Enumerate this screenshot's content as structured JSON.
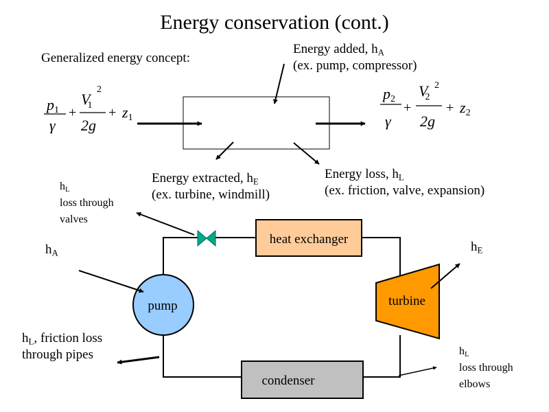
{
  "title": "Energy conservation (cont.)",
  "concept_label": "Generalized energy concept:",
  "energy_added": {
    "line1": "Energy added, h",
    "sub": "A",
    "line2": "(ex. pump, compressor)"
  },
  "energy_extracted": {
    "line1": "Energy extracted, h",
    "sub": "E",
    "line2": "(ex. turbine, windmill)"
  },
  "energy_loss": {
    "line1": "Energy loss, h",
    "sub": "L",
    "line2": "(ex. friction, valve, expansion)"
  },
  "equation_left": {
    "p": "p",
    "p_sub": "1",
    "gamma": "γ",
    "V": "V",
    "V_sub": "1",
    "V_sup": "2",
    "two_g": "2g",
    "plus": "+",
    "z": "z",
    "z_sub": "1"
  },
  "equation_right": {
    "p": "p",
    "p_sub": "2",
    "gamma": "γ",
    "V": "V",
    "V_sub": "2",
    "V_sup": "2",
    "two_g": "2g",
    "plus": "+",
    "z": "z",
    "z_sub": "2"
  },
  "valve_loss": {
    "h": "h",
    "sub": "L",
    "line2": "loss through",
    "line3": "valves"
  },
  "pump_input": {
    "h": "h",
    "sub": "A"
  },
  "turbine_output": {
    "h": "h",
    "sub": "E"
  },
  "pipe_loss": {
    "h": "h",
    "sub": "L",
    "line1_rest": ", friction loss",
    "line2": "through pipes"
  },
  "elbow_loss": {
    "h": "h",
    "sub": "L",
    "line2": "loss through",
    "line3": "elbows"
  },
  "components": {
    "pump": "pump",
    "heat_exchanger": "heat exchanger",
    "turbine": "turbine",
    "condenser": "condenser"
  },
  "colors": {
    "pump": "#99ccff",
    "heat_exchanger": "#ffcc99",
    "turbine": "#ff9900",
    "condenser": "#c0c0c0",
    "valve": "#00aa88"
  }
}
